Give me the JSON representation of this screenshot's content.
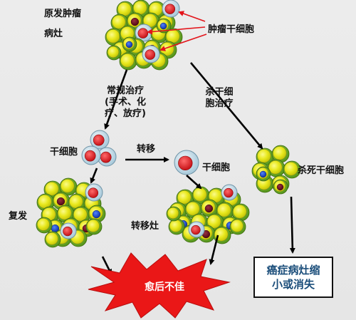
{
  "labels": {
    "primary_tumor_line1": "原发肿瘤",
    "primary_tumor_line2": "病灶",
    "tumor_stem_cell": "肿瘤干细胞",
    "conventional_therapy": [
      "常规治疗",
      "(手术、化",
      "疗、放疗)"
    ],
    "stem_cell_therapy": [
      "杀干细",
      "胞治疗"
    ],
    "stem_cell_left": "干细胞",
    "metastasis": "转移",
    "stem_cell_right": "干细胞",
    "kill_stem_cell": "杀死干细胞",
    "relapse": "复发",
    "metastatic_lesion": "转移灶",
    "poor_prognosis": "愈后不佳",
    "outcome_good": [
      "癌症病灶缩",
      "小或消失"
    ]
  },
  "colors": {
    "cell_fill": "#e6e61a",
    "cell_ring": "#72b42b",
    "cell_outline": "#4d5500",
    "stem_cell_outer": "#d3e6f0",
    "stem_cell_nucleus": "#e8141c",
    "blue_nucleus": "#1546c8",
    "brown_nucleus": "#6a1020",
    "arrow": "#000000",
    "red_arrow": "#e3151b",
    "burst": "#ea1717",
    "outcome_text": "#1a4d7a"
  }
}
